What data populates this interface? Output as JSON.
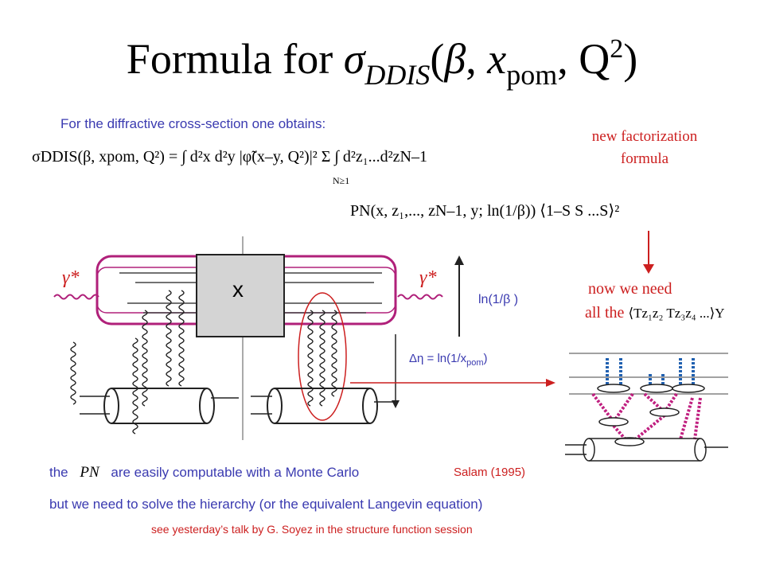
{
  "title": {
    "prefix": "Formula for ",
    "sigma": "σ",
    "sigma_sub": "DDIS",
    "args_open": "(",
    "beta": "β",
    "comma1": ", ",
    "x": "x",
    "x_sub": "pom",
    "comma2": ", Q",
    "q_sup": "2",
    "args_close": ")"
  },
  "intro_text": "For the diffractive cross-section one obtains:",
  "factorization_note": {
    "line1": "new factorization",
    "line2": "formula"
  },
  "formula": {
    "line1_lhs": "σDDIS(β, xpom, Q²) =",
    "line1_rhs": "∫ d²x d²y |φ̃(x–y, Q²)|² Σ ∫ d²z₁...d²zN–1",
    "sum_sub": "N≥1",
    "line2": "PN(x, z₁,..., zN–1, y; ln(1/β)) ⟨1–S S ...S⟩²"
  },
  "diagram": {
    "gamma_left": "γ*",
    "gamma_right": "γ*",
    "box_label": "x",
    "ln_label": "ln(1/β )",
    "delta_eta_label": "Δη = ln(1/x",
    "delta_eta_sub": "pom",
    "delta_eta_close": ")"
  },
  "need_note": {
    "line1": "now we need",
    "line2_prefix": "all the",
    "bracket": "⟨Tz₁z₂ Tz₃z₄ ...⟩Y"
  },
  "bottom": {
    "line1_a": "the",
    "line1_symbol": "PN",
    "line1_b": "are easily computable with a Monte Carlo",
    "citation": "Salam (1995)",
    "line2": "but we need to solve the hierarchy (or the equivalent Langevin equation)",
    "line3": "see yesterday’s talk by G. Soyez in the structure function session"
  }
}
